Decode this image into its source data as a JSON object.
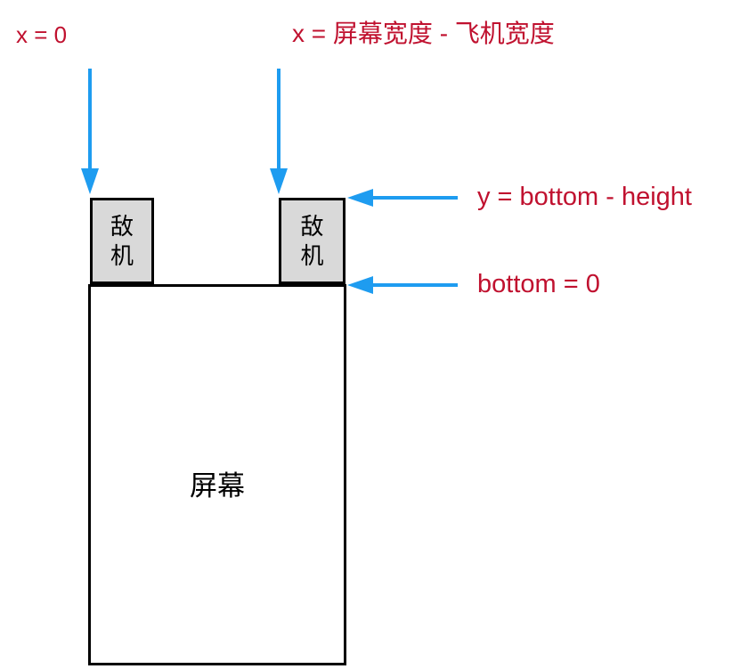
{
  "colors": {
    "annotation_red": "#C0112F",
    "arrow_blue": "#1E9CF0",
    "box_fill": "#D9D9D9",
    "outline": "#000000"
  },
  "annotations": {
    "x_left": "x = 0",
    "x_right": "x = 屏幕宽度 - 飞机宽度",
    "y_top": "y = bottom - height",
    "bottom": "bottom = 0"
  },
  "shapes": {
    "enemy_left": {
      "label": "敌机"
    },
    "enemy_right": {
      "label": "敌机"
    },
    "screen": {
      "label": "屏幕"
    }
  }
}
